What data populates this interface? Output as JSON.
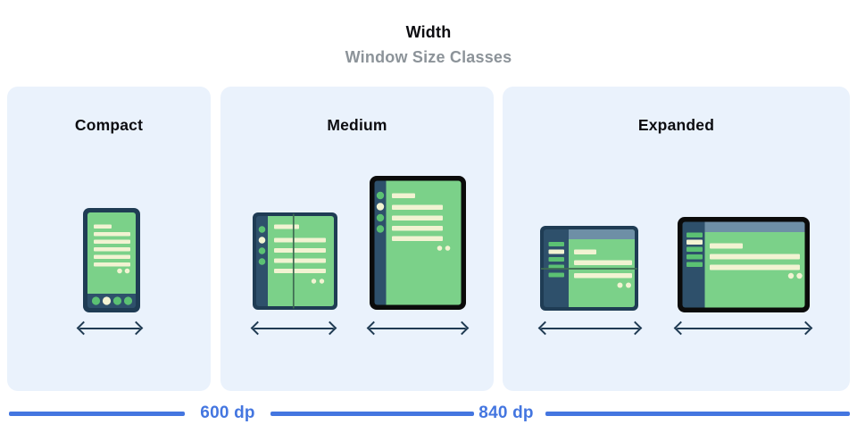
{
  "header": {
    "title": "Width",
    "subtitle": "Window Size Classes"
  },
  "panels": [
    {
      "id": "compact",
      "label": "Compact",
      "devices": [
        "phone-portrait"
      ]
    },
    {
      "id": "medium",
      "label": "Medium",
      "devices": [
        "foldable-portrait",
        "tablet-portrait"
      ]
    },
    {
      "id": "expanded",
      "label": "Expanded",
      "devices": [
        "foldable-landscape",
        "tablet-landscape"
      ]
    }
  ],
  "ruler": {
    "labels": [
      "600 dp",
      "840 dp"
    ]
  },
  "colors": {
    "panel_bg": "#EAF2FC",
    "frame_navy": "#1F3C54",
    "frame_black": "#0B0B0B",
    "sidebar_navy": "#2E506B",
    "screen_green": "#7BD189",
    "accent_green": "#5BC173",
    "content_cream": "#F2F3D2",
    "header_bluegray": "#6E8FA6",
    "fold_line": "#3E6B52",
    "ruler_blue": "#4476E0",
    "arrow_navy": "#1F3A52",
    "title_black": "#0C0C10",
    "subtitle_gray": "#8C9399"
  }
}
